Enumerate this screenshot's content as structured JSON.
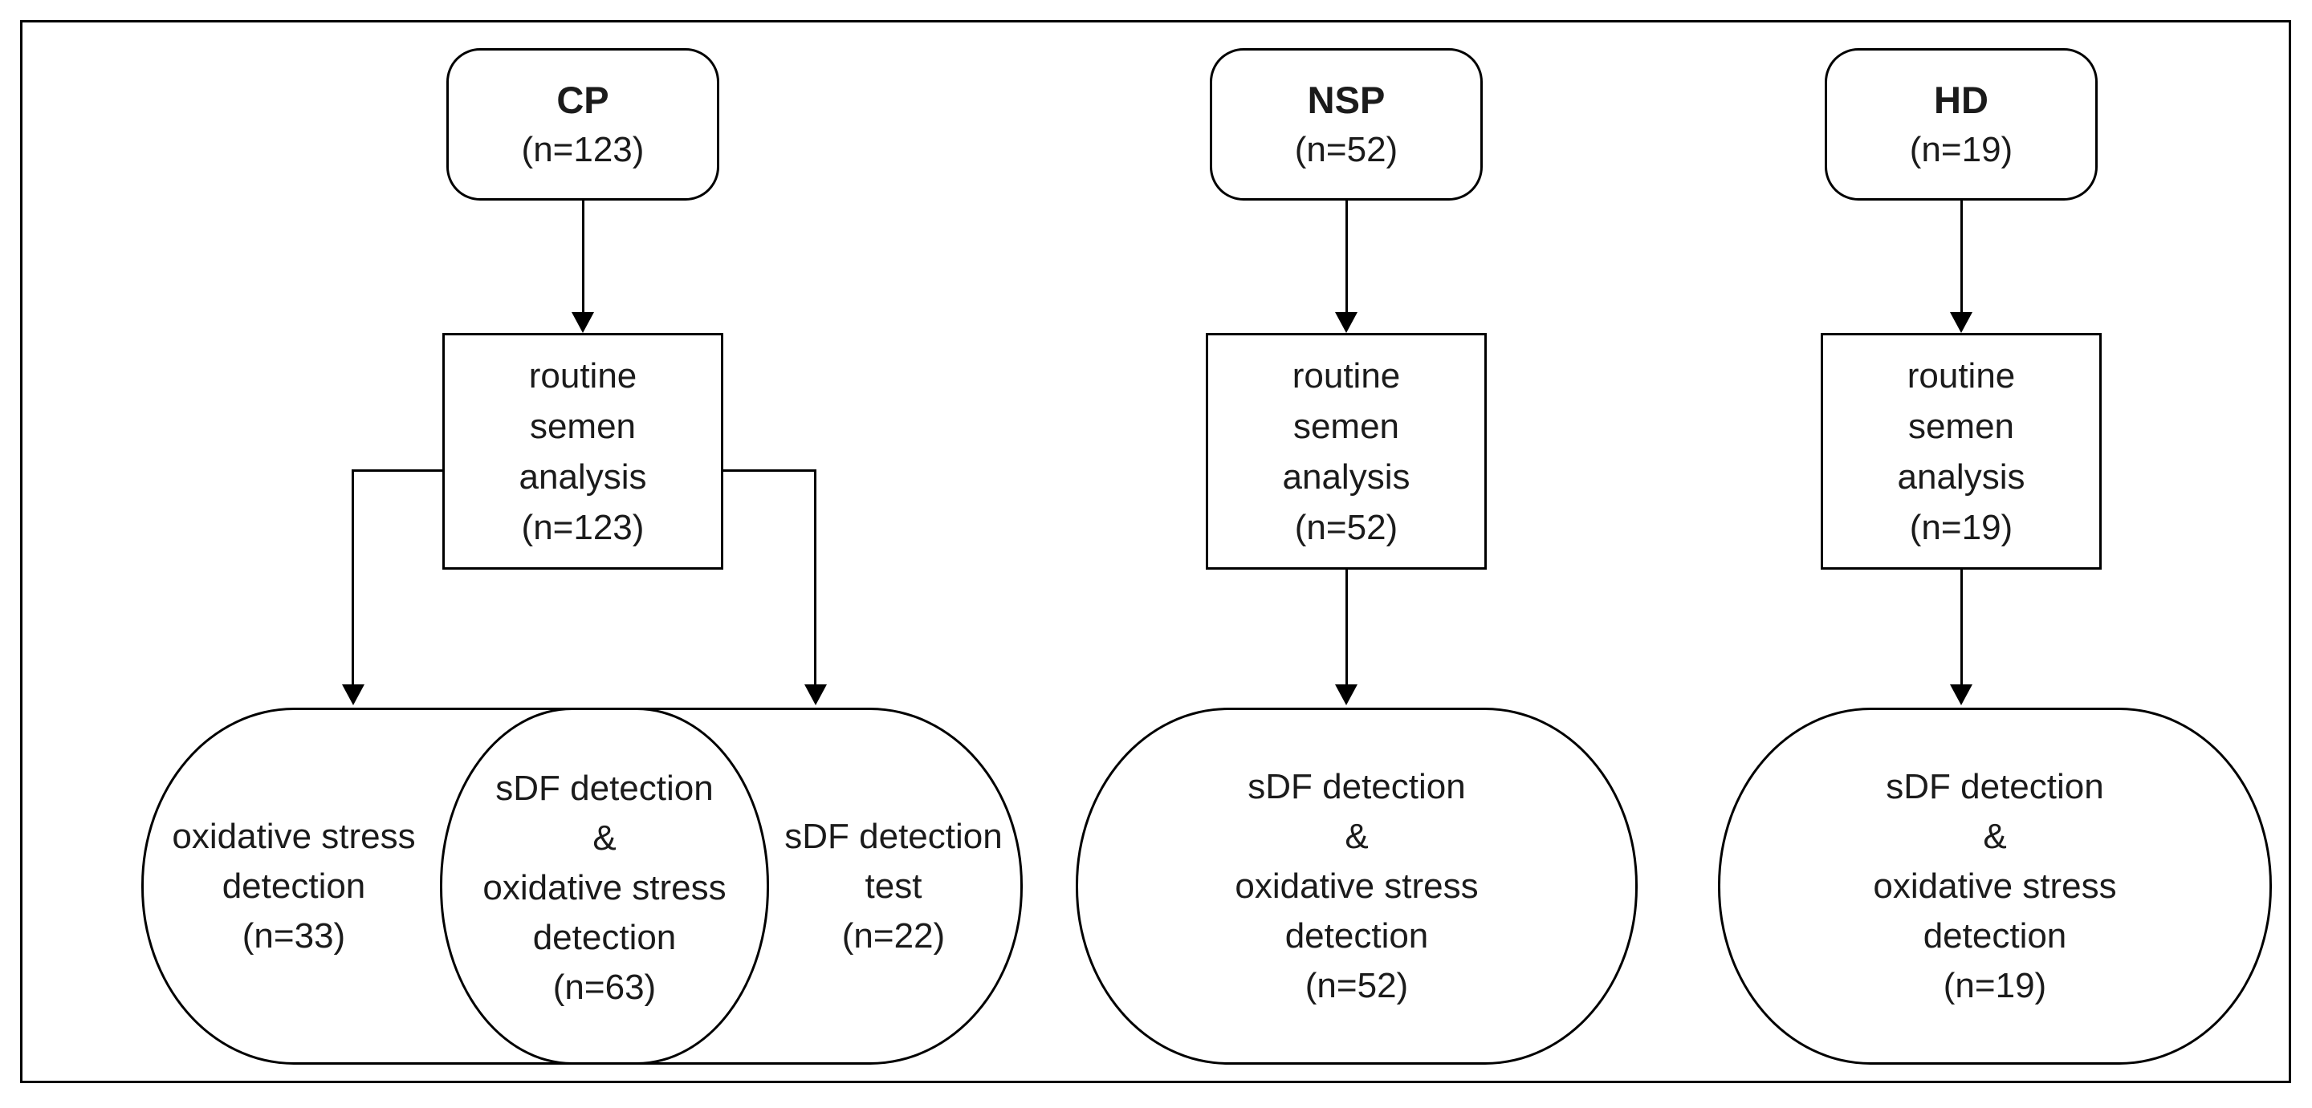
{
  "figure": {
    "background_color": "#ffffff",
    "line_color": "#000000",
    "text_color": "#1b1b1b"
  },
  "columns": [
    {
      "id": "cp",
      "top": {
        "title": "CP",
        "count": "(n=123)"
      },
      "mid": {
        "lines": [
          "routine",
          "semen",
          "analysis",
          "(n=123)"
        ]
      },
      "venn": {
        "left": {
          "lines": [
            "oxidative stress",
            "detection",
            "(n=33)"
          ]
        },
        "middle": {
          "lines": [
            "sDF detection",
            "&",
            "oxidative stress",
            "detection",
            "(n=63)"
          ]
        },
        "right": {
          "lines": [
            "sDF detection",
            "test",
            "(n=22)"
          ]
        }
      }
    },
    {
      "id": "nsp",
      "top": {
        "title": "NSP",
        "count": "(n=52)"
      },
      "mid": {
        "lines": [
          "routine",
          "semen",
          "analysis",
          "(n=52)"
        ]
      },
      "bottom": {
        "lines": [
          "sDF detection",
          "&",
          "oxidative stress",
          "detection",
          "(n=52)"
        ]
      }
    },
    {
      "id": "hd",
      "top": {
        "title": "HD",
        "count": "(n=19)"
      },
      "mid": {
        "lines": [
          "routine",
          "semen",
          "analysis",
          "(n=19)"
        ]
      },
      "bottom": {
        "lines": [
          "sDF detection",
          "&",
          "oxidative stress",
          "detection",
          "(n=19)"
        ]
      }
    }
  ]
}
